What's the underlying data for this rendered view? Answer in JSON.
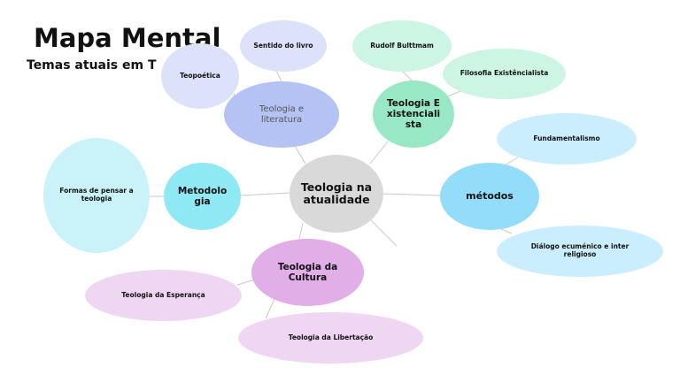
{
  "header": {
    "title": "Mapa Mental",
    "subtitle": "Temas atuais em T"
  },
  "nodes": {
    "center": {
      "label": "Teologia na atualidade",
      "color": "#d9d9d9"
    },
    "literatura": {
      "label": "Teologia e literatura",
      "color": "#b4c2f4"
    },
    "sentido": {
      "label": "Sentido do livro",
      "color": "#dde2fb"
    },
    "teopoetica": {
      "label": "Teopoética",
      "color": "#dde2fb"
    },
    "existencialista": {
      "label": "Teologia Existencialista",
      "color": "#98e8c6"
    },
    "bultmann": {
      "label": "Rudolf Bulttmam",
      "color": "#cdf5e3"
    },
    "filosofia": {
      "label": "Filosofia Existêncialista",
      "color": "#cdf5e3"
    },
    "metodos": {
      "label": "métodos",
      "color": "#93ddfb"
    },
    "fundamentalismo": {
      "label": "Fundamentalismo",
      "color": "#caeefd"
    },
    "dialogo": {
      "label": "Diálogo ecuménico e inter religioso",
      "color": "#caeefd"
    },
    "metodologia": {
      "label": "Metodologia",
      "color": "#8ee9f4"
    },
    "formas": {
      "label": "Formas de pensar a teologia",
      "color": "#c9f3f8"
    },
    "cultura": {
      "label": "Teologia da Cultura",
      "color": "#e1aee8"
    },
    "esperanca": {
      "label": "Teologia da Esperança",
      "color": "#efd6f2"
    },
    "libertacao": {
      "label": "Teologia da Libertação",
      "color": "#efd6f2"
    }
  },
  "connector_color": "#c8c8c8"
}
